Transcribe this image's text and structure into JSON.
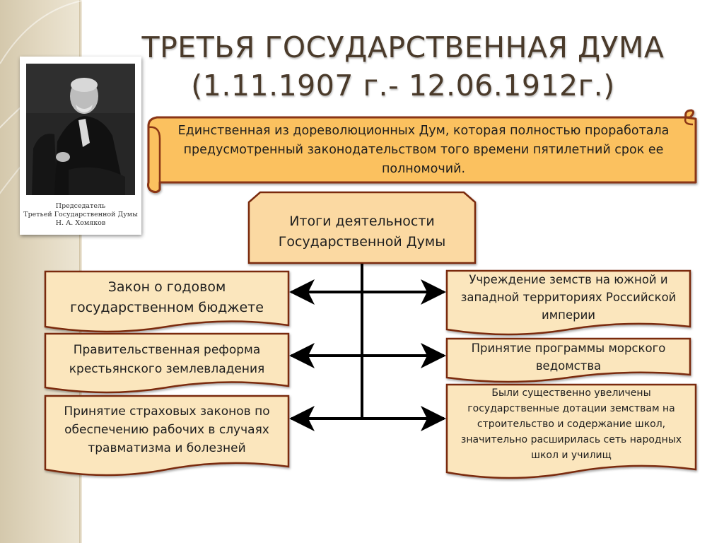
{
  "slide": {
    "title_line1": "ТРЕТЬЯ ГОСУДАРСТВЕННАЯ ДУМА",
    "title_line2": "(1.11.1907 г.- 12.06.1912г.)"
  },
  "portrait": {
    "caption_line1": "Председатель",
    "caption_line2": "Третьей Государственной Думы",
    "caption_line3": "Н. А. Хомяков"
  },
  "scroll": {
    "text": "Единственная из дореволюционных Дум, которая полностью проработала предусмотренный законодательством того времени пятилетний срок ее полномочий."
  },
  "center": {
    "text": "Итоги деятельности Государственной Думы"
  },
  "left_items": [
    {
      "text": "Закон о годовом государственном бюджете"
    },
    {
      "text": "Правительственная  реформа крестьянского землевладения"
    },
    {
      "text": "Принятие страховых законов по обеспечению рабочих в случаях травматизма и болезней"
    }
  ],
  "right_items": [
    {
      "text": "Учреждение земств на южной и западной территориях Российской империи"
    },
    {
      "text": "Принятие программы морского ведомства"
    },
    {
      "text": "Были существенно увеличены государственные дотации земствам на строительство и содержание школ, значительно расширилась сеть народных школ и училищ"
    }
  ],
  "colors": {
    "box_fill": "#fbe6bd",
    "box_border": "#7a2a10",
    "scroll_fill": "#fbc15e",
    "scroll_border": "#8a3512",
    "center_fill": "#fbd9a2",
    "connector": "#000000",
    "title": "#4a3a2a"
  }
}
